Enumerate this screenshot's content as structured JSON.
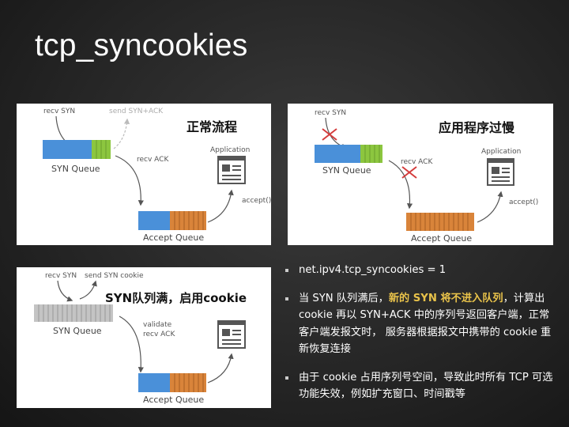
{
  "title": "tcp_syncookies",
  "panels": {
    "normal": {
      "caption": "正常流程",
      "recv_syn": "recv SYN",
      "send_synack": "send SYN+ACK",
      "syn_queue": "SYN Queue",
      "recv_ack": "recv ACK",
      "application": "Application",
      "accept": "accept()",
      "accept_queue": "Accept Queue"
    },
    "slow": {
      "caption": "应用程序过慢",
      "recv_syn": "recv SYN",
      "syn_queue": "SYN Queue",
      "recv_ack": "recv ACK",
      "application": "Application",
      "accept": "accept()",
      "accept_queue": "Accept Queue"
    },
    "cookie": {
      "caption": "SYN队列满，启用cookie",
      "recv_syn": "recv SYN",
      "send_cookie": "send SYN cookie",
      "syn_queue": "SYN Queue",
      "validate": "validate",
      "recv_ack": "recv ACK",
      "accept_queue": "Accept Queue"
    }
  },
  "bullets": {
    "b1": "net.ipv4.tcp_syncookies = 1",
    "b2_pre": "当 SYN 队列满后，",
    "b2_hl": "新的 SYN 将不进入队列",
    "b2_post": "，计算出 cookie 再以 SYN+ACK 中的序列号返回客户端，正常客户端发报文时， 服务器根据报文中携带的 cookie 重新恢复连接",
    "b3": "由于 cookie 占用序列号空间，导致此时所有 TCP 可选功能失效，例如扩充窗口、时间戳等"
  },
  "colors": {
    "syn_blue": "#4a90d9",
    "syn_green": "#8cc63f",
    "accept_orange": "#d9843a",
    "cookie_gray": "#c4c4c4",
    "cross_red": "#d43c3c",
    "highlight": "#e8c24a"
  }
}
